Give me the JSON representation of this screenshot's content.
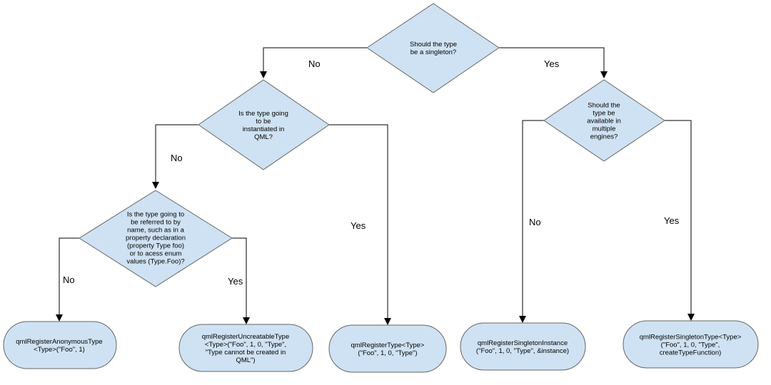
{
  "colors": {
    "shape_fill": "#cfe2f3",
    "shape_stroke": "#666666",
    "edge": "#000000"
  },
  "decisions": {
    "singleton": [
      "Should the type",
      "be a singleton?"
    ],
    "instantiated": [
      "Is the type going",
      "to be",
      "instantiated in",
      "QML?"
    ],
    "multiple_engines": [
      "Should the",
      "type be",
      "available in",
      "multiple",
      "engines?"
    ],
    "referred_by_name": [
      "Is the type going to",
      "be referred to by",
      "name, such as in a",
      "property declaration",
      "(property Type foo)",
      "or to acess enum",
      "values (Type.Foo)?"
    ]
  },
  "terminals": {
    "anonymous": [
      "qmlRegisterAnonymousType",
      "<Type>(\"Foo\", 1)"
    ],
    "uncreatable": [
      "qmlRegisterUncreatableType",
      "<Type>(\"Foo\", 1, 0, \"Type\",",
      "\"Type cannot be created in",
      "QML\")"
    ],
    "register_type": [
      "qmlRegisterType<Type>",
      "(\"Foo\", 1, 0, \"Type\")"
    ],
    "singleton_instance": [
      "qmlRegisterSingletonInstance",
      "(\"Foo\", 1, 0, \"Type\", &instance)"
    ],
    "singleton_type": [
      "qmlRegisterSingletonType<Type>",
      "(\"Foo\", 1, 0, \"Type\",",
      "createTypeFunction)"
    ]
  },
  "edge_labels": {
    "singleton_no": "No",
    "singleton_yes": "Yes",
    "instantiated_no": "No",
    "instantiated_yes": "Yes",
    "referred_no": "No",
    "referred_yes": "Yes",
    "engines_no": "No",
    "engines_yes": "Yes"
  }
}
